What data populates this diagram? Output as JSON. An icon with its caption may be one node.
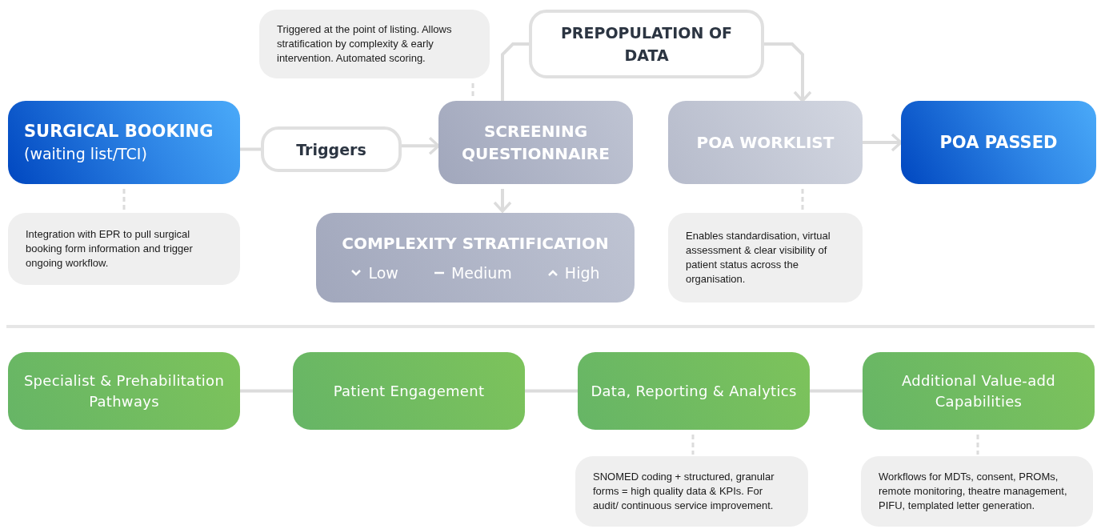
{
  "diagram": {
    "nodes": [
      {
        "text": [
          "SURGICAL BOOKING",
          "(waiting list/TCI)"
        ]
      },
      {
        "text": [
          "Triggers"
        ]
      },
      {
        "text": [
          "SCREENING QUESTIONNAIRE"
        ]
      },
      {
        "text": [
          "PREPOPULATION OF DATA"
        ]
      },
      {
        "text": [
          "POA WORKLIST"
        ]
      },
      {
        "text": [
          "POA PASSED"
        ]
      },
      {
        "text": [
          "COMPLEXITY STRATIFICATION",
          "Low",
          "Medium",
          "High"
        ]
      },
      {
        "text": [
          "Triggered at the point of listing. Allows stratification by complexity & early intervention. Automated scoring."
        ]
      },
      {
        "text": [
          "Integration with EPR to pull surgical booking form information and trigger ongoing workflow."
        ]
      },
      {
        "text": [
          "Enables standardisation, virtual assessment  & clear visibility of patient status across the organisation."
        ]
      },
      {
        "text": [
          "Specialist & Prehabilitation Pathways"
        ]
      },
      {
        "text": [
          "Patient Engagement"
        ]
      },
      {
        "text": [
          "Data, Reporting & Analytics"
        ]
      },
      {
        "text": [
          "Additional Value-add Capabilities"
        ]
      },
      {
        "text": [
          "SNOMED coding + structured, granular forms = high quality data & KPIs. For audit/ continuous service improvement."
        ]
      },
      {
        "text": [
          "Workflows for MDTs, consent, PROMs, remote monitoring, theatre management, PIFU, templated letter generation."
        ]
      }
    ],
    "edges": [
      {
        "from": 0,
        "to": 1,
        "arrow": "none"
      },
      {
        "from": 1,
        "to": 2,
        "arrow": "to"
      },
      {
        "from": 2,
        "to": 3,
        "arrow": "none"
      },
      {
        "from": 3,
        "to": 4,
        "arrow": "to"
      },
      {
        "from": 4,
        "to": 5,
        "arrow": "to"
      },
      {
        "from": 2,
        "to": 6,
        "arrow": "to"
      },
      {
        "from": 7,
        "to": 2,
        "arrow": "none",
        "style": "dashed"
      },
      {
        "from": 0,
        "to": 8,
        "arrow": "none",
        "style": "dashed"
      },
      {
        "from": 4,
        "to": 9,
        "arrow": "none",
        "style": "dashed"
      },
      {
        "from": 10,
        "to": 11,
        "arrow": "none"
      },
      {
        "from": 11,
        "to": 12,
        "arrow": "none"
      },
      {
        "from": 12,
        "to": 13,
        "arrow": "none"
      },
      {
        "from": 12,
        "to": 14,
        "arrow": "none",
        "style": "dashed"
      },
      {
        "from": 13,
        "to": 15,
        "arrow": "none",
        "style": "dashed"
      }
    ]
  }
}
